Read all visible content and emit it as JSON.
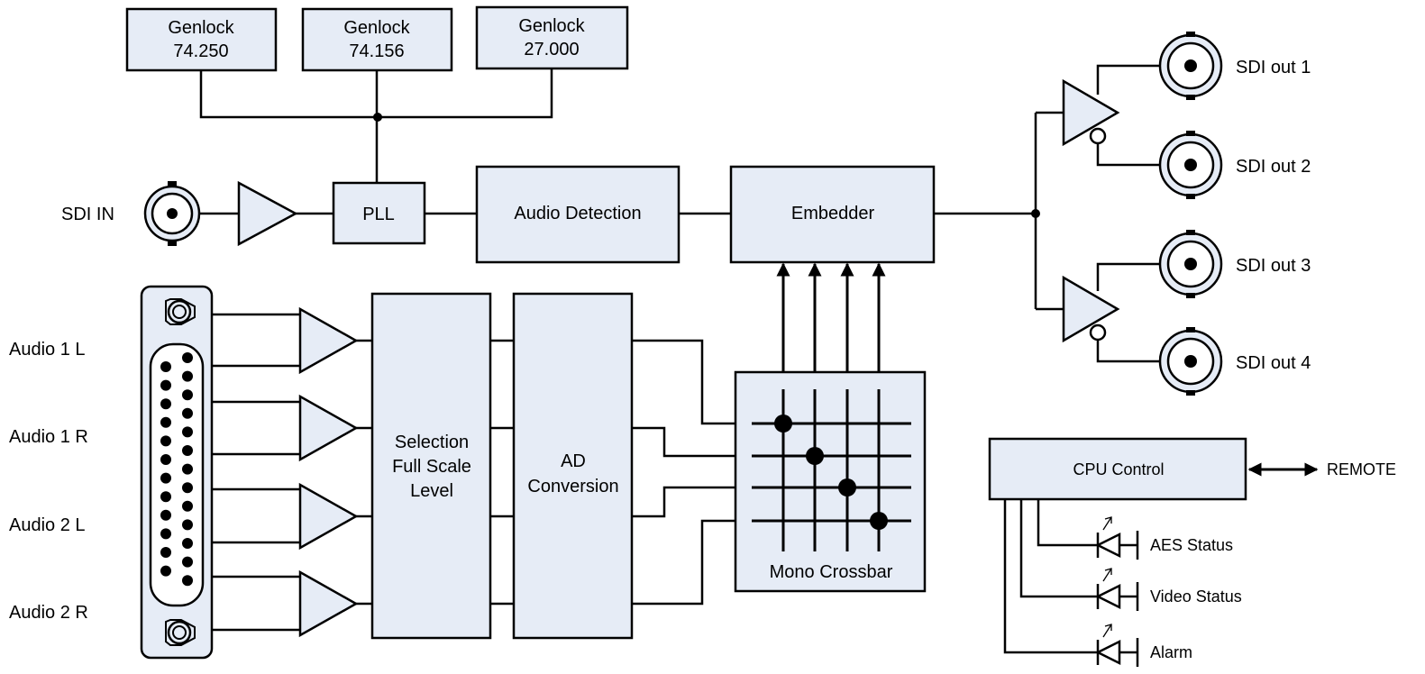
{
  "genlock": [
    {
      "line1": "Genlock",
      "line2": "74.250"
    },
    {
      "line1": "Genlock",
      "line2": "74.156"
    },
    {
      "line1": "Genlock",
      "line2": "27.000"
    }
  ],
  "blocks": {
    "pll": "PLL",
    "audio_detection": "Audio Detection",
    "embedder": "Embedder",
    "selection": [
      "Selection",
      "Full Scale",
      "Level"
    ],
    "ad_conversion": [
      "AD",
      "Conversion"
    ],
    "mono_crossbar": "Mono Crossbar",
    "cpu_control": "CPU Control"
  },
  "inputs": {
    "sdi_in": "SDI IN",
    "audio": [
      "Audio 1  L",
      "Audio 1  R",
      "Audio 2  L",
      "Audio 2  R"
    ]
  },
  "outputs": {
    "sdi": [
      "SDI out 1",
      "SDI out 2",
      "SDI out 3",
      "SDI out 4"
    ],
    "remote": "REMOTE"
  },
  "status_leds": [
    "AES Status",
    "Video Status",
    "Alarm"
  ],
  "colors": {
    "block_fill": "#e6ecf6",
    "line": "#000000",
    "background": "#ffffff"
  }
}
